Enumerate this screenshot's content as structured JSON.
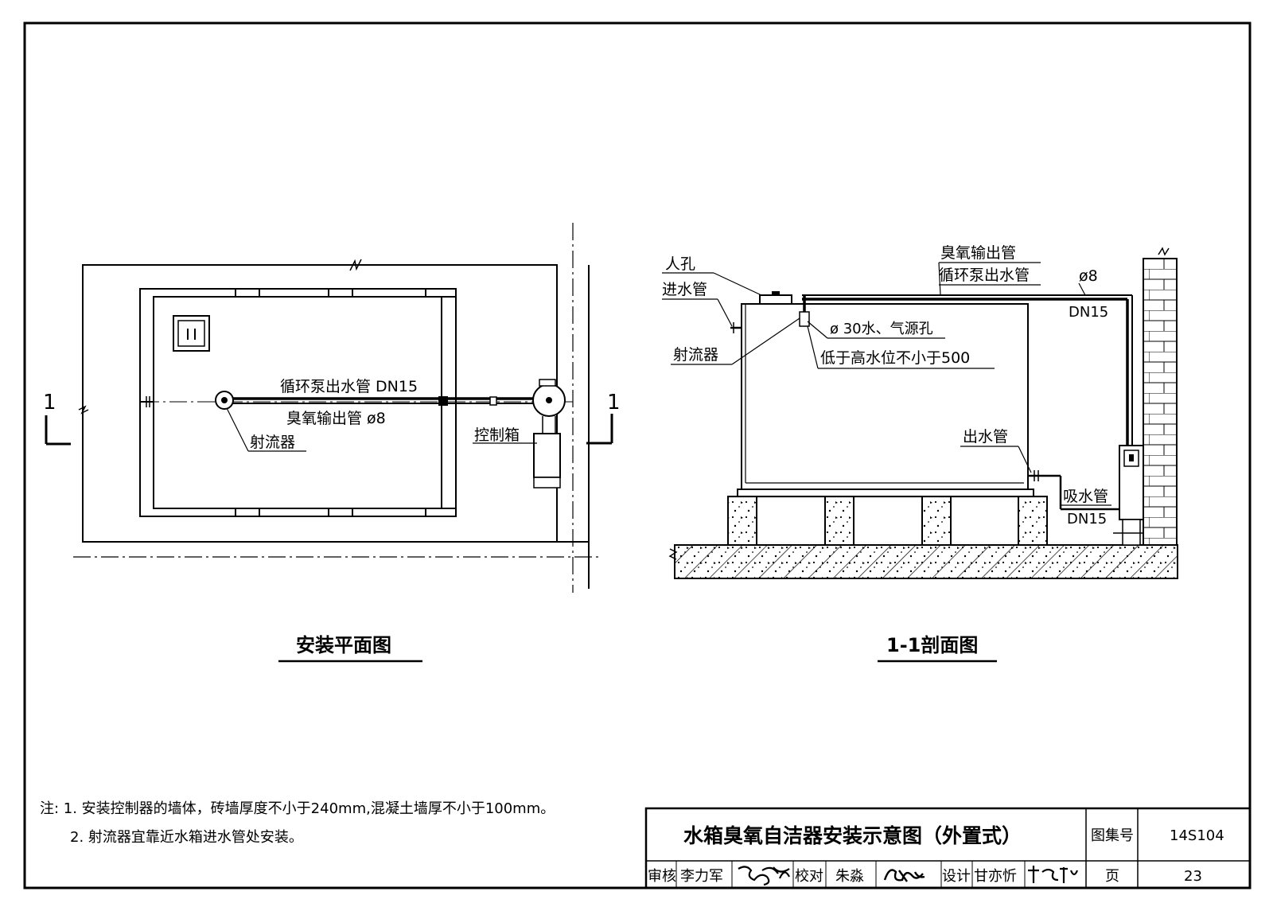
{
  "plan": {
    "section_mark_left": "1",
    "section_mark_right": "1",
    "pump_pipe_label": "循环泵出水管 DN15",
    "ozone_pipe_label": "臭氧输出管  ø8",
    "ejector_label": "射流器",
    "control_box_label": "控制箱",
    "caption": "安装平面图"
  },
  "section": {
    "manhole_label": "人孔",
    "inlet_label": "进水管",
    "ejector_label": "射流器",
    "ozone_pipe_label": "臭氧输出管",
    "pump_pipe_label": "循环泵出水管",
    "phi8_label": "ø8",
    "dn15_top_label": "DN15",
    "hole_label": "ø 30水、气源孔",
    "depth_label": "低于高水位不小于500",
    "outlet_label": "出水管",
    "suction_label": "吸水管",
    "dn15_bottom_label": "DN15",
    "caption": "1-1剖面图"
  },
  "notes": {
    "line1": "注: 1. 安装控制器的墙体，砖墙厚度不小于240mm,混凝土墙厚不小于100mm。",
    "line2": "2. 射流器宜靠近水箱进水管处安装。"
  },
  "title_block": {
    "title": "水箱臭氧自洁器安装示意图（外置式）",
    "atlas_label": "图集号",
    "atlas_no": "14S104",
    "review_label": "审核",
    "reviewer": "李力军",
    "check_label": "校对",
    "checker": "朱淼",
    "design_label": "设计",
    "designer": "甘亦忻",
    "page_label": "页",
    "page_no": "23"
  }
}
